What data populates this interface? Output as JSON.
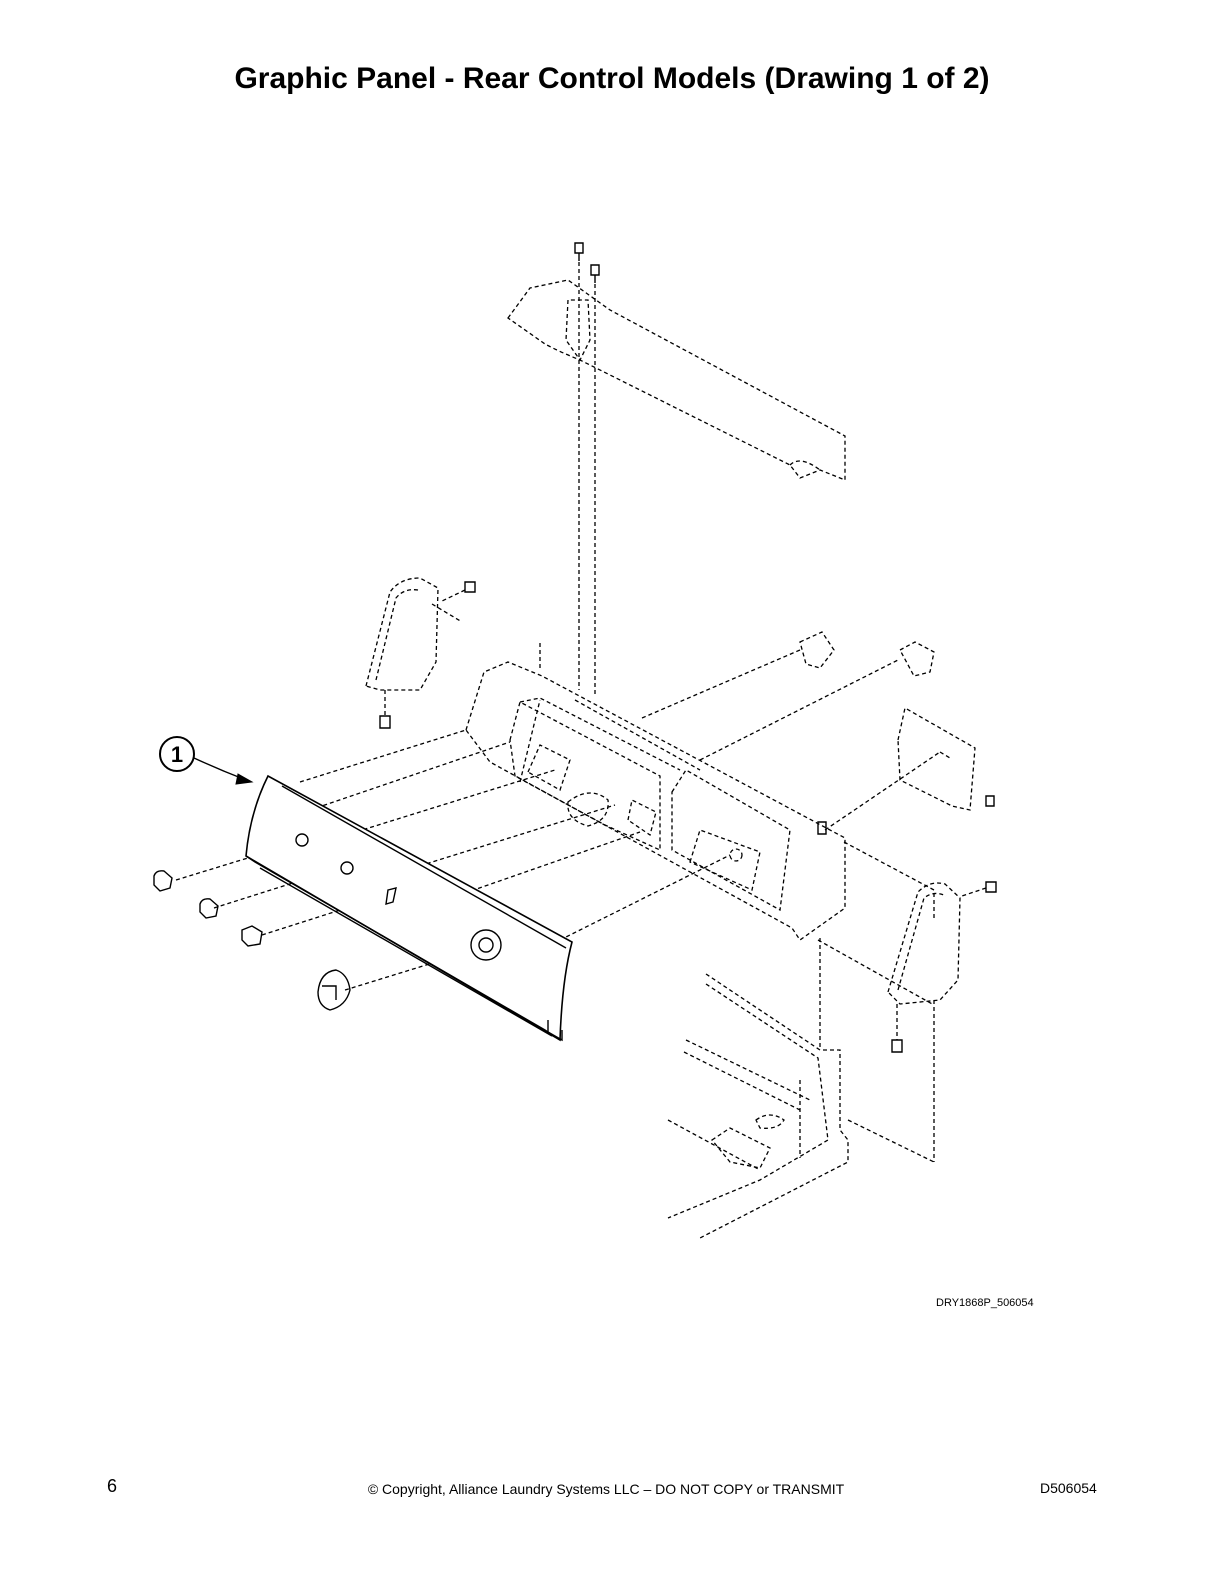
{
  "page_title": "Graphic Panel - Rear Control Models (Drawing 1 of 2)",
  "callouts": [
    {
      "label": "1"
    }
  ],
  "drawing_id": "DRY1868P_506054",
  "footer": {
    "page_number": "6",
    "copyright": "© Copyright, Alliance Laundry Systems LLC – DO NOT COPY or TRANSMIT",
    "doc_number": "D506054"
  }
}
